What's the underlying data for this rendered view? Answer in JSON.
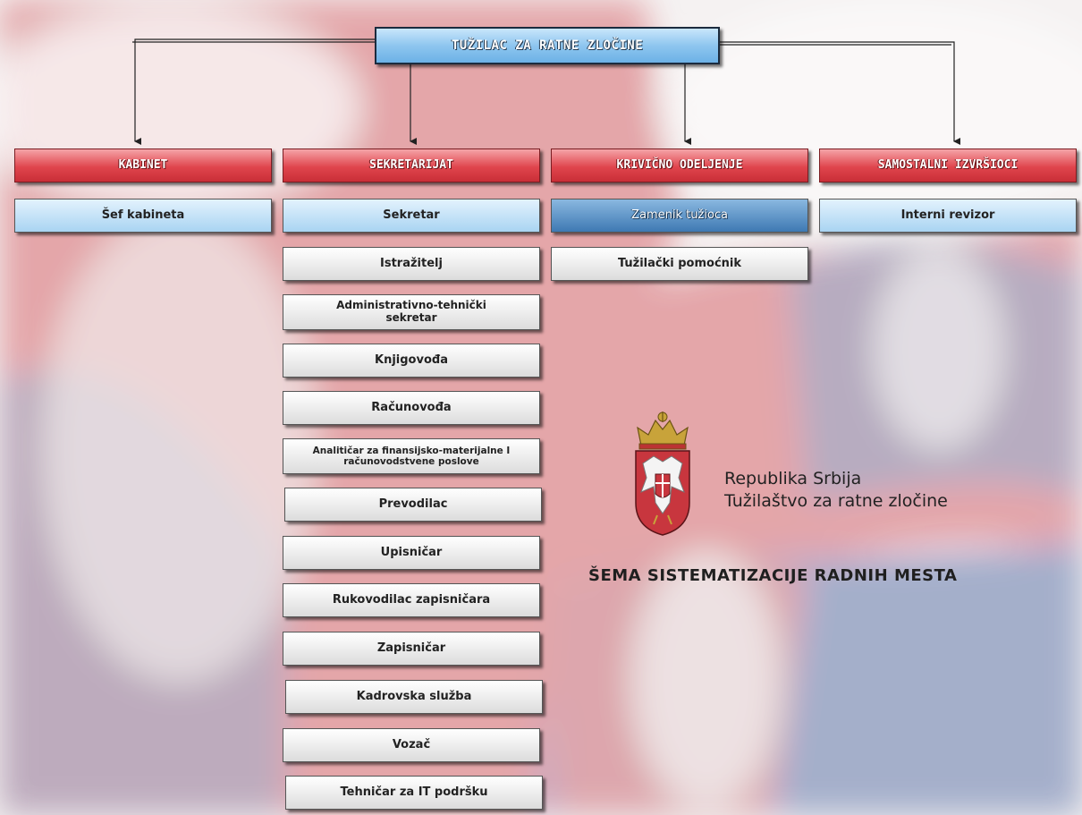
{
  "colors": {
    "flag_red": "#c8363e",
    "flag_blue": "#2d4c8f",
    "header_red": "#e0454d",
    "box_blue": "#a9d4f2"
  },
  "top": {
    "label": "TUŽILAC ZA RATNE ZLOČINE"
  },
  "columns": {
    "kabinet": {
      "header": "KABINET",
      "items": [
        "Šef kabineta"
      ]
    },
    "sekretarijat": {
      "header": "SEKRETARIJAT",
      "items": [
        "Sekretar",
        "Istražitelj",
        "Administrativno-tehnički sekretar",
        "Knjigovođa",
        "Računovođa",
        "Analitičar za finansijsko-materijalne I računovodstvene poslove",
        "Prevodilac",
        "Upisničar",
        "Rukovodilac zapisničara",
        "Zapisničar",
        "Kadrovska služba",
        "Vozač",
        "Tehničar za IT podršku"
      ]
    },
    "krivicno": {
      "header": "KRIVIČNO ODELJENJE",
      "items": [
        "Zamenik tužioca",
        "Tužilački pomoćnik"
      ]
    },
    "samostalni": {
      "header": "SAMOSTALNI IZVRŠIOCI",
      "items": [
        "Interni revizor"
      ]
    }
  },
  "institution": {
    "line1": "Republika Srbija",
    "line2": "Tužilaštvo za ratne zločine"
  },
  "scheme_title": "ŠEMA SISTEMATIZACIJE RADNIH MESTA",
  "icons": {
    "crest": "serbia-coat-of-arms-icon"
  }
}
